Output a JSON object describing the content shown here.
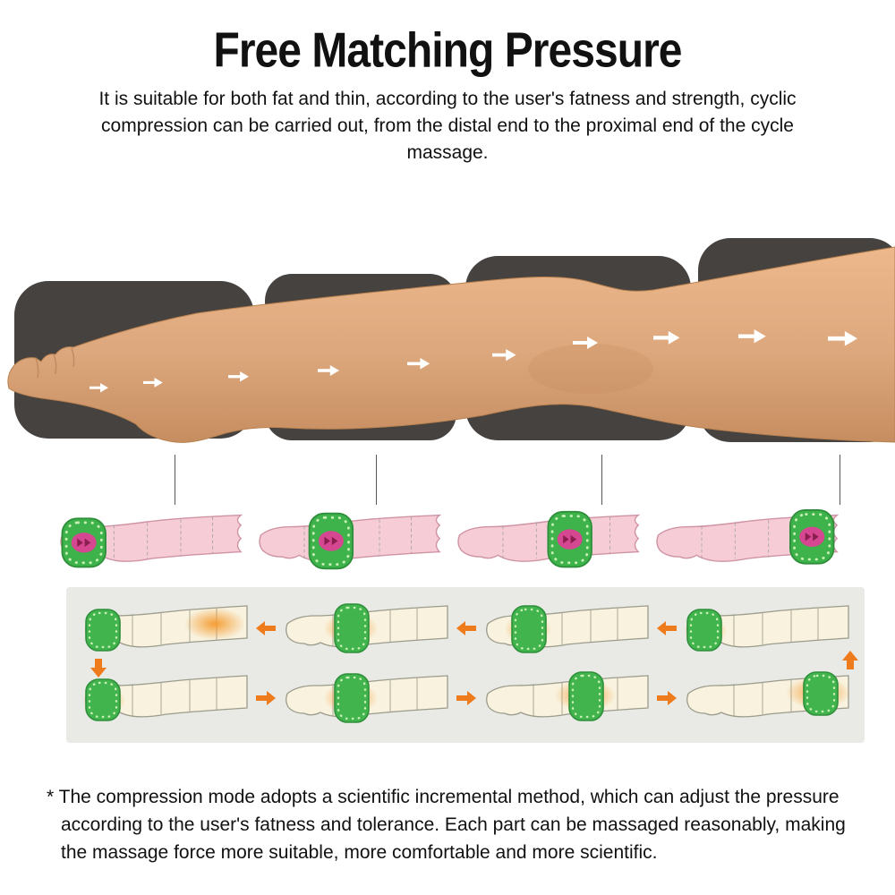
{
  "header": {
    "title": "Free Matching Pressure",
    "subtitle": "It is suitable for both fat and thin, according to the user's fatness and strength, cyclic compression can be carried out, from the distal end to the proximal end of the cycle massage."
  },
  "footer": {
    "note": "* The compression mode adopts a scientific incremental method, which can adjust the pressure according to the user's fatness and tolerance. Each part can be massaged reasonably, making the massage force more suitable, more comfortable and more scientific."
  },
  "diagram": {
    "hero": {
      "illustration": "leg-wrapped-in-segmented-air-compression-sleeve",
      "flow_arrows": {
        "count": 10,
        "direction": "right",
        "meaning": "massage flows from distal end (foot) to proximal end (thigh)"
      },
      "sleeve_segments": 4
    },
    "stage_row": {
      "illustration": "pink-leg-with-green-compression-cuff",
      "active_zones": [
        "foot",
        "calf",
        "knee",
        "thigh"
      ]
    },
    "cycle_panel": {
      "rows": 2,
      "legs_per_row": 4,
      "top_row_active_zones": [
        "foot",
        "calf",
        "ankle",
        "foot"
      ],
      "bottom_row_active_zones": [
        "foot",
        "calf",
        "knee",
        "thigh"
      ],
      "top_row_arrow_direction": "left",
      "bottom_row_arrow_direction": "right",
      "left_connector_arrow": "down",
      "right_connector_arrow": "up"
    }
  },
  "colors": {
    "accent_green": "#3eb24b",
    "accent_orange": "#ee7b1c",
    "magenta": "#e23e96",
    "sleeve_dark": "#454240",
    "skin": "#dca77c",
    "pink_leg": "#f6cdd6",
    "cream_leg": "#f8f2de",
    "panel_background": "#e9e9e6",
    "text": "#111111"
  }
}
